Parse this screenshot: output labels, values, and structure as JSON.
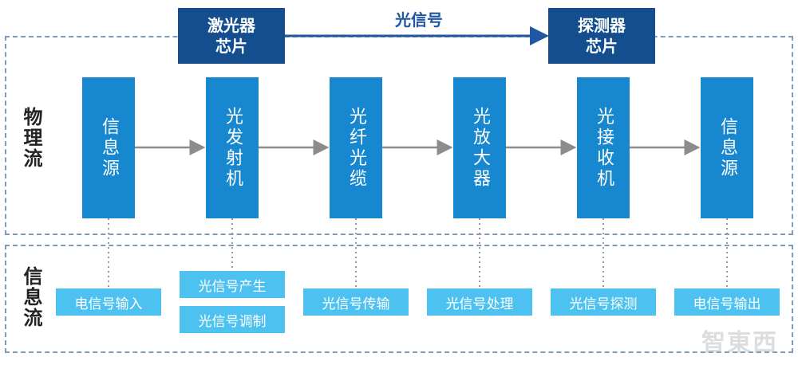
{
  "physical_flow_label": "物理流",
  "info_flow_label": "信息流",
  "chips": {
    "laser": [
      "激光器",
      "芯片"
    ],
    "detector": [
      "探测器",
      "芯片"
    ]
  },
  "signal_label": "光信号",
  "stages": [
    "信息源",
    "光发射机",
    "光纤光缆",
    "光放大器",
    "光接收机",
    "信息源"
  ],
  "info_tags": {
    "source_in": "电信号输入",
    "transmit_1": "光信号产生",
    "transmit_2": "光信号调制",
    "fiber": "光信号传输",
    "amplifier": "光信号处理",
    "receiver": "光信号探测",
    "source_out": "电信号输出"
  },
  "watermark": "智東西",
  "colors": {
    "chip": "#154e8f",
    "stage": "#1787cf",
    "info_tag": "#4dc2f0",
    "arrow": "#8c8c8c",
    "signal_arrow": "#1f57a3",
    "dashed_border": "#7f9bb8"
  }
}
